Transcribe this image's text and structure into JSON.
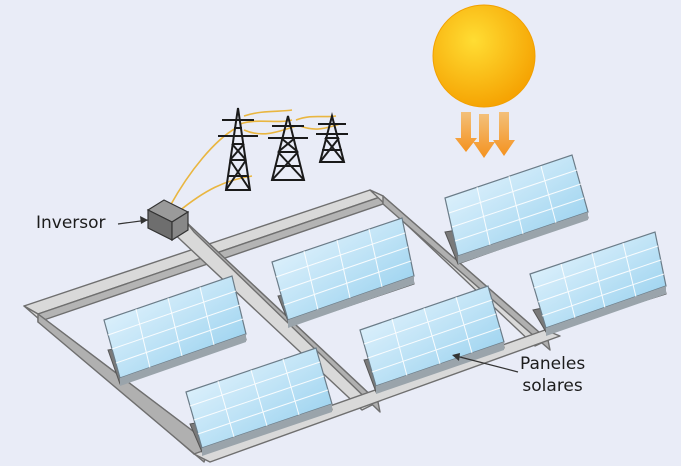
{
  "labels": {
    "inverter": "Inversor",
    "panels_line1": "Paneles",
    "panels_line2": "solares"
  },
  "colors": {
    "background": "#e9ecf7",
    "sun": "#ffb000",
    "sun_rays": "#f79a2a",
    "cable": "#e9b640",
    "frame": "#d6d6d6",
    "panel_glass": "#bfe3f6",
    "tower": "#1a1a1a"
  },
  "icons": [
    "sun-icon",
    "power-tower-icon",
    "inverter-box-icon",
    "solar-panel-icon"
  ]
}
